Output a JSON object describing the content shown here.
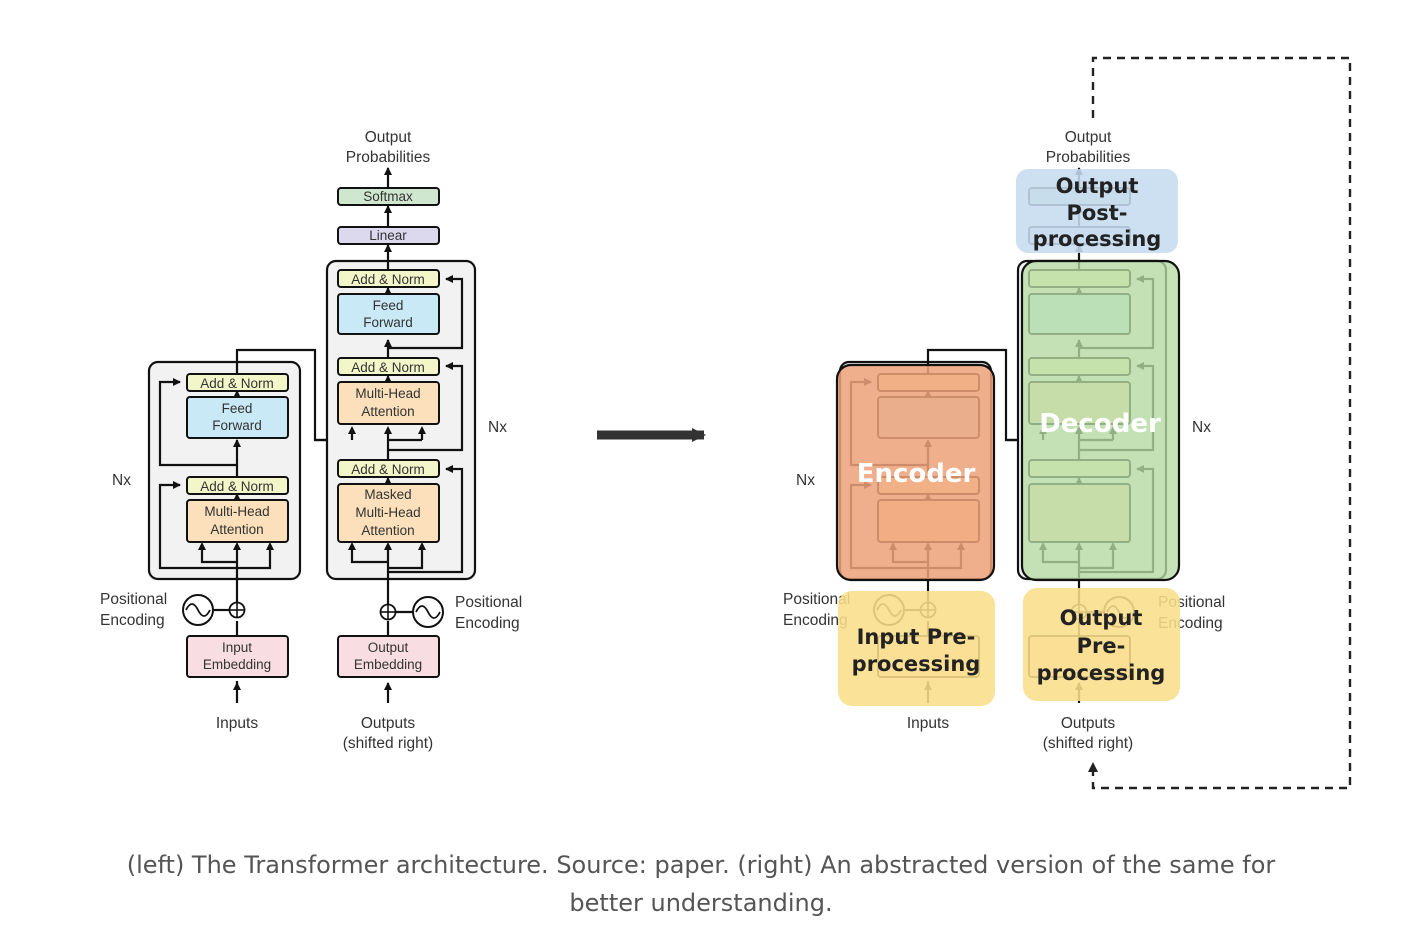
{
  "left_diagram": {
    "output_probabilities": [
      "Output",
      "Probabilities"
    ],
    "softmax": "Softmax",
    "linear": "Linear",
    "add_norm": "Add & Norm",
    "feed_forward": [
      "Feed",
      "Forward"
    ],
    "multi_head_attention": [
      "Multi-Head",
      "Attention"
    ],
    "masked_multi_head_attention": [
      "Masked",
      "Multi-Head",
      "Attention"
    ],
    "nx": "Nx",
    "positional_encoding": [
      "Positional",
      "Encoding"
    ],
    "input_embedding": [
      "Input",
      "Embedding"
    ],
    "output_embedding": [
      "Output",
      "Embedding"
    ],
    "inputs": "Inputs",
    "outputs": [
      "Outputs",
      "(shifted right)"
    ]
  },
  "right_diagram": {
    "output_post_processing": [
      "Output",
      "Post-",
      "processing"
    ],
    "decoder": "Decoder",
    "encoder": "Encoder",
    "input_pre_processing": [
      "Input Pre-",
      "processing"
    ],
    "output_pre_processing": [
      "Output",
      "Pre-",
      "processing"
    ]
  },
  "colors": {
    "encoder": "#f0a37a",
    "decoder": "#b7dda4",
    "post_processing": "#c6dcf0",
    "pre_processing": "#f9df8a",
    "add_norm": "#f3f6c9",
    "feed_forward": "#c8e9f5",
    "attention": "#fbe0bb",
    "embedding": "#f8dde2",
    "softmax": "#cfe7cf",
    "linear": "#dcd9ee"
  },
  "caption": "(left) The Transformer architecture. Source: paper. (right) An abstracted version of the same for better understanding."
}
